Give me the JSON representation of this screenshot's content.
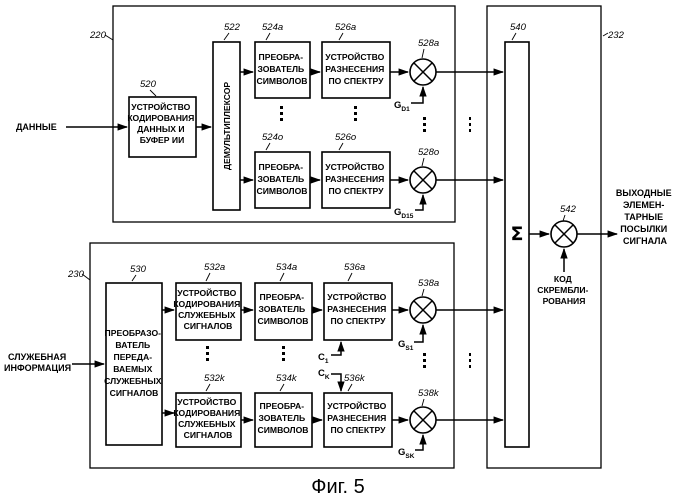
{
  "caption": "Фиг. 5",
  "refs": {
    "top_group": "220",
    "bottom_group": "230",
    "right_group": "232",
    "encoder": "520",
    "demux": "522",
    "mod_a": "524a",
    "mod_o": "524o",
    "spread_a": "526a",
    "spread_o": "526o",
    "mult_a": "528a",
    "mult_o": "528o",
    "sum": "540",
    "scramble_mult": "542",
    "ovsf": "530",
    "enc_a": "532a",
    "enc_k": "532k",
    "mod_ctl_a": "534a",
    "mod_ctl_k": "534k",
    "spread_ctl_a": "536a",
    "spread_ctl_k": "536k",
    "mult_ctl_a": "538a",
    "mult_ctl_k": "538k"
  },
  "inputs": {
    "data": "ДАННЫЕ",
    "control": [
      "СЛУЖЕБНАЯ",
      "ИНФОРМАЦИЯ"
    ]
  },
  "output": [
    "ВЫХОДНЫЕ",
    "ЭЛЕМЕН-",
    "ТАРНЫЕ",
    "ПОСЫЛКИ",
    "СИГНАЛА"
  ],
  "blocks": {
    "encoder": [
      "УСТРОЙСТВО",
      "КОДИРОВАНИЯ",
      "ДАННЫХ И",
      "БУФЕР ИИ"
    ],
    "demux": "ДЕМУЛЬТИПЛЕКСОР",
    "symbol_mapper": [
      "ПРЕОБРА-",
      "ЗОВАТЕЛЬ",
      "СИМВОЛОВ"
    ],
    "spreader": [
      "УСТРОЙСТВО",
      "РАЗНЕСЕНИЯ",
      "ПО СПЕКТРУ"
    ],
    "ctl_encoder": [
      "УСТРОЙСТВО",
      "КОДИРОВАНИЯ",
      "СЛУЖЕБНЫХ",
      "СИГНАЛОВ"
    ],
    "ctl_converter": [
      "ПРЕОБРАЗО-",
      "ВАТЕЛЬ",
      "ПЕРЕДА-",
      "ВАЕМЫХ",
      "СЛУЖЕБНЫХ",
      "СИГНАЛОВ"
    ],
    "sum_symbol": "Σ",
    "scramble_code": [
      "КОД",
      "СКРЕМБЛИ-",
      "РОВАНИЯ"
    ]
  },
  "gains": {
    "d1": {
      "main": "G",
      "sub": "D1"
    },
    "d15": {
      "main": "G",
      "sub": "D15"
    },
    "s1": {
      "main": "G",
      "sub": "S1"
    },
    "sk": {
      "main": "G",
      "sub": "SK"
    }
  },
  "codes": {
    "c1": {
      "main": "C",
      "sub": "1"
    },
    "ck": {
      "main": "C",
      "sub": "K"
    }
  }
}
